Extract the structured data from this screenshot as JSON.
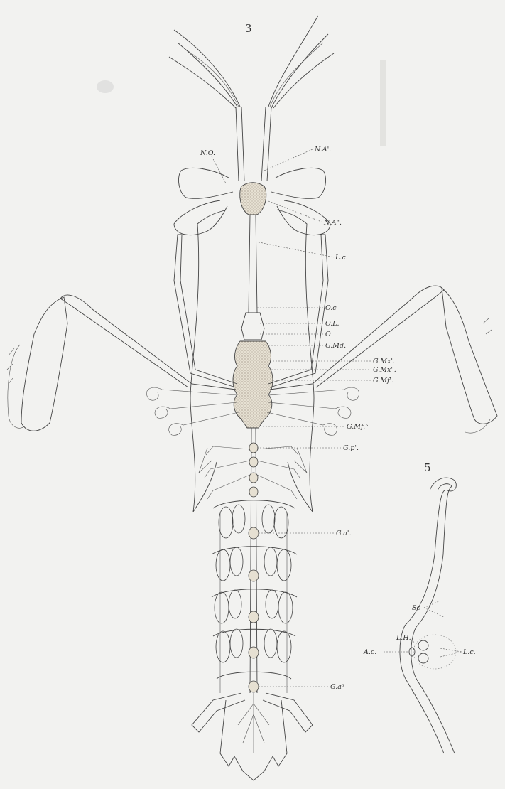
{
  "figures": [
    {
      "id": "fig3",
      "number": "3"
    },
    {
      "id": "fig5",
      "number": "5"
    }
  ],
  "labels": {
    "fig3": {
      "right": [
        "N.A'.",
        "N.A\".",
        "L.c.",
        "O.c",
        "O.L.",
        "O",
        "G.Md.",
        "G.Mx'.",
        "G.Mx\".",
        "G.Mf'.",
        "G.Mf.⁵",
        "G.p'.",
        "G.a'.",
        "G.a⁶"
      ],
      "left": [
        "N.O."
      ]
    },
    "fig5": {
      "top": "Sc",
      "lh": "L.H.",
      "ac": "A.c.",
      "lc": "L.c."
    }
  },
  "style": {
    "paper": "#f2f2f0",
    "ink": "#444444",
    "stipple": "#d9d2c2"
  }
}
